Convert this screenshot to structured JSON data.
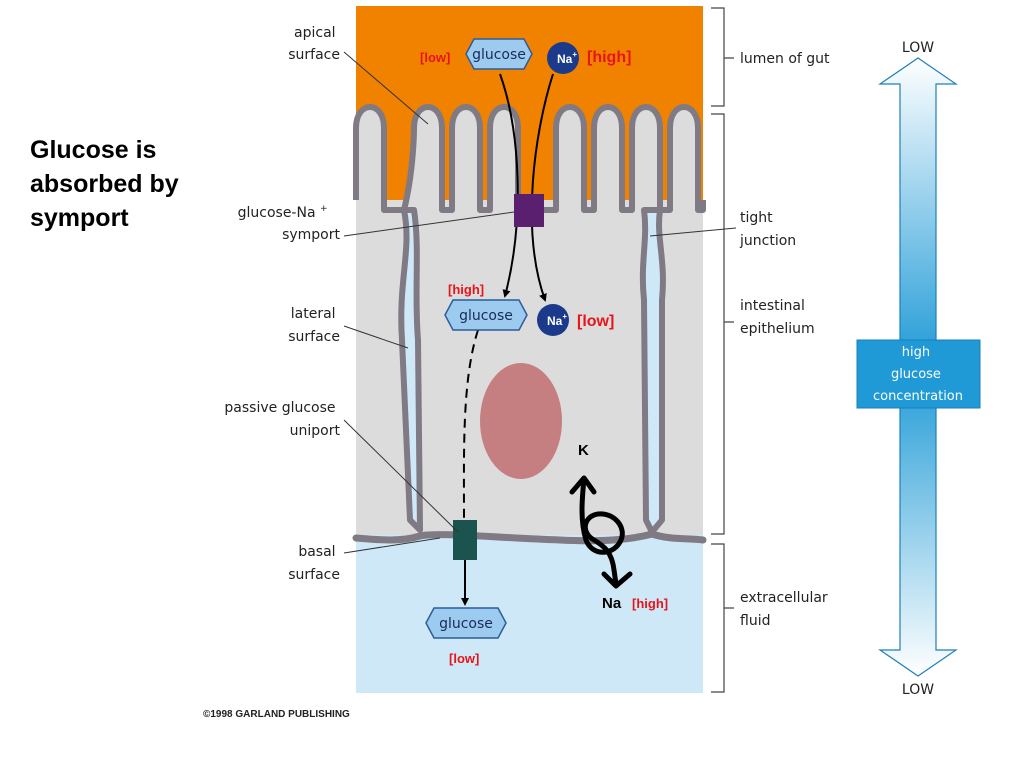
{
  "title_lines": [
    "Glucose is",
    "absorbed by",
    "symport"
  ],
  "labels": {
    "apical_surface": [
      "apical",
      "surface"
    ],
    "symporter": [
      "glucose-Na",
      "symport"
    ],
    "symporter_superscript": "+",
    "lateral_surface": [
      "lateral",
      "surface"
    ],
    "uniporter": [
      "passive glucose",
      "uniport"
    ],
    "basal_surface": [
      "basal",
      "surface"
    ],
    "lumen": "lumen of gut",
    "tight_junction": [
      "tight",
      "junction"
    ],
    "epithelium": [
      "intestinal",
      "epithelium"
    ],
    "extracellular": [
      "extracellular",
      "fluid"
    ]
  },
  "molecules": {
    "glucose": "glucose",
    "sodium": "Na",
    "sodium_superscript": "+",
    "low": "[low]",
    "high": "[high]"
  },
  "handwritten": {
    "potassium": "K",
    "sodium": "Na",
    "sodium_level": "[high]"
  },
  "gradient_scale": {
    "top": "LOW",
    "bottom": "LOW",
    "middle": [
      "high",
      "glucose",
      "concentration"
    ]
  },
  "copyright": "©1998 GARLAND PUBLISHING",
  "colors": {
    "lumen": "#f08200",
    "cytoplasm": "#dcdcdc",
    "membrane": "#7f7a84",
    "extracellular": "#cfe8f7",
    "symporter": "#5a1f6e",
    "uniporter": "#1b544f",
    "sodium_ion": "#1b3a8c",
    "glucose_fill": "#9ccbef",
    "nucleus": "#c67f80",
    "gradient_box": "#1f9ad6"
  }
}
